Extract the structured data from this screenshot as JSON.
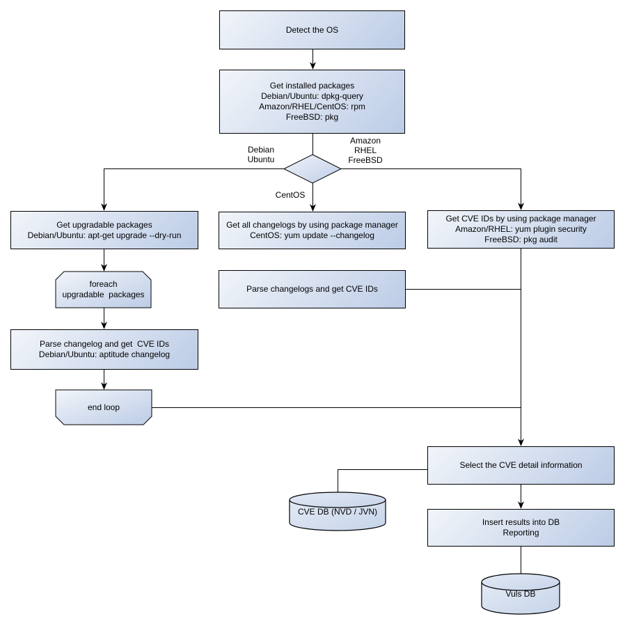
{
  "flowchart": {
    "colors": {
      "node_fill_light": "#f2f5fa",
      "node_fill_dark": "#bccce6",
      "node_border": "#000000",
      "connector": "#000000",
      "background": "#ffffff"
    },
    "nodes": [
      {
        "id": "detect-os",
        "type": "process",
        "label": "Detect the OS"
      },
      {
        "id": "get-installed-packages",
        "type": "process",
        "label": "Get installed packages\nDebian/Ubuntu: dpkg-query\nAmazon/RHEL/CentOS: rpm\nFreeBSD: pkg"
      },
      {
        "id": "os-decision",
        "type": "decision",
        "label": ""
      },
      {
        "id": "get-upgradable-packages",
        "type": "process",
        "label": "Get upgradable packages\nDebian/Ubuntu: apt-get upgrade --dry-run"
      },
      {
        "id": "foreach-loop",
        "type": "loop-start",
        "label": "foreach\nupgradable  packages"
      },
      {
        "id": "parse-changelog",
        "type": "process",
        "label": "Parse changelog and get  CVE IDs\nDebian/Ubuntu: aptitude changelog"
      },
      {
        "id": "end-loop",
        "type": "loop-end",
        "label": "end loop"
      },
      {
        "id": "get-all-changelogs",
        "type": "process",
        "label": "Get all changelogs by using package manager\nCentOS: yum update --changelog"
      },
      {
        "id": "parse-changelogs",
        "type": "process",
        "label": "Parse changelogs and get CVE IDs"
      },
      {
        "id": "get-cve-ids",
        "type": "process",
        "label": "Get CVE IDs by using package manager\nAmazon/RHEL: yum plugin security\nFreeBSD: pkg audit"
      },
      {
        "id": "select-cve-detail",
        "type": "process",
        "label": "Select the CVE detail information"
      },
      {
        "id": "cve-db",
        "type": "datastore",
        "label": "CVE DB (NVD / JVN)"
      },
      {
        "id": "insert-results",
        "type": "process",
        "label": "Insert results into DB\nReporting"
      },
      {
        "id": "vuls-db",
        "type": "datastore",
        "label": "Vuls DB"
      }
    ],
    "edge_labels": {
      "debian_ubuntu": "Debian\nUbuntu",
      "amazon_rhel_freebsd": "Amazon\nRHEL\nFreeBSD",
      "centos": "CentOS"
    },
    "edges": [
      {
        "from": "detect-os",
        "to": "get-installed-packages"
      },
      {
        "from": "get-installed-packages",
        "to": "os-decision"
      },
      {
        "from": "os-decision",
        "to": "get-upgradable-packages",
        "label": "Debian\nUbuntu"
      },
      {
        "from": "os-decision",
        "to": "get-all-changelogs",
        "label": "CentOS"
      },
      {
        "from": "os-decision",
        "to": "get-cve-ids",
        "label": "Amazon\nRHEL\nFreeBSD"
      },
      {
        "from": "get-upgradable-packages",
        "to": "foreach-loop"
      },
      {
        "from": "foreach-loop",
        "to": "parse-changelog"
      },
      {
        "from": "parse-changelog",
        "to": "end-loop"
      },
      {
        "from": "end-loop",
        "to": "select-cve-detail"
      },
      {
        "from": "get-all-changelogs",
        "to": "parse-changelogs"
      },
      {
        "from": "parse-changelogs",
        "to": "select-cve-detail"
      },
      {
        "from": "get-cve-ids",
        "to": "select-cve-detail"
      },
      {
        "from": "select-cve-detail",
        "to": "cve-db"
      },
      {
        "from": "select-cve-detail",
        "to": "insert-results"
      },
      {
        "from": "insert-results",
        "to": "vuls-db"
      }
    ]
  }
}
